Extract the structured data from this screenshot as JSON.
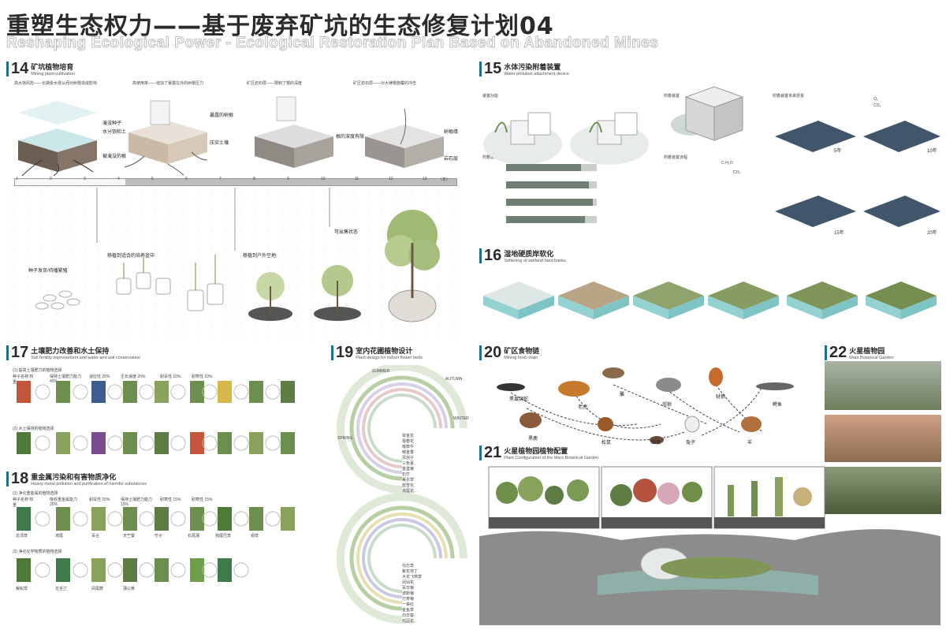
{
  "title": {
    "cn": "重塑生态权力——基于废弃矿坑的生态修复计划04",
    "en": "Reshaping Ecological Power - Ecological Restoration Plan Based on Abandoned Mines"
  },
  "s14": {
    "num": "14",
    "title": "矿坑植物培育",
    "sub": "Mining plant cultivation",
    "captions": [
      "高水饱风险——长期受水侵从而对树根造成影响",
      "高使用率——增加了暴露在外的树根压力",
      "矿区岩石层——限制了根的深度",
      "矿区岩石层——对大律根施覆的冲击"
    ],
    "labels": [
      "淹没种子",
      "水分饱和土",
      "被淹没的根",
      "暴露的树根",
      "压实土壤",
      "根的深度有限",
      "树根缘",
      "岩石层"
    ],
    "timeline": [
      "1",
      "2",
      "3",
      "4",
      "5",
      "6",
      "7",
      "8",
      "9",
      "10",
      "11",
      "12",
      "13"
    ],
    "timeline_unit": "（年）",
    "stages": [
      "种子发芽/待播繁殖",
      "移植到适合的培养盆中",
      "移植到户外空地",
      "可出售状态"
    ]
  },
  "s15": {
    "num": "15",
    "title": "水体污染附着装置",
    "sub": "Water pollution attachment device",
    "box_labels": [
      "装置功能",
      "附着装置",
      "附着装置未来愿景",
      "附着装置构成",
      "附着装置流程"
    ],
    "years": [
      "5年",
      "10年",
      "15年",
      "20年"
    ],
    "chem": [
      "O₂",
      "CO₂",
      "C-H₂O",
      "CO₂"
    ]
  },
  "s16": {
    "num": "16",
    "title": "湿地硬质岸软化",
    "sub": "Softening of wetland hard banks"
  },
  "s17": {
    "num": "17",
    "title": "土壤肥力改善和水土保持",
    "sub": "Soil fertility improvement and water and soil conservation",
    "group1": "(1) 提高土壤肥力的植物选择",
    "group2": "(2) 水土保持的植物选择",
    "cols": [
      "种子名称 权重",
      "保持土壤肥力能力 40%",
      "适应性 20%",
      "生长速度 20%",
      "耐旱性 10%",
      "耐寒性 10%"
    ]
  },
  "s18": {
    "num": "18",
    "title": "重金属污染和有害物质净化",
    "sub": "Heavy metal pollution and purification of harmful substances",
    "group1": "(1) 净化重金属的植物选择",
    "group2": "(2) 净化化学物质的植物选择",
    "cols": [
      "种子名称 权重",
      "吸收重金属能力 25%",
      "耐旱性 20%",
      "保持土壤肥力能力 15%",
      "耐寒性 15%",
      "耐寒性 15%"
    ],
    "names": [
      "龙须草",
      "鸢尾",
      "百合",
      "天竺葵",
      "竹子",
      "石菖蒲",
      "狗尾巴草",
      "铜草",
      "蜈蚣草",
      "龙舌兰",
      "凤尾蕨",
      "蒲公英"
    ]
  },
  "s19": {
    "num": "19",
    "title": "室内花圃植物设计",
    "sub": "Plant design for indoor flower beds",
    "seasons": [
      "SUMMER",
      "AUTUMN",
      "WINTER",
      "SPRING"
    ],
    "plants_a": [
      "翠雀花",
      "报春花",
      "矮牵牛",
      "郁金香",
      "风信子",
      "三色堇",
      "金盏菊",
      "石竹",
      "薰衣草",
      "蓝雪花",
      "鸢尾花",
      "月季"
    ],
    "plants_b": [
      "勿忘草",
      "紫花地丁",
      "大花飞燕草",
      "凤仙花",
      "百日菊",
      "波斯菊",
      "万寿菊",
      "一串红",
      "金鱼草",
      "向日葵",
      "鸡冠花",
      "千日红"
    ]
  },
  "s20": {
    "num": "20",
    "title": "矿区食物链",
    "sub": "Mining food chain",
    "animals": [
      "黑眉锦蛇",
      "老虎",
      "雕",
      "豺狼",
      "郊狼",
      "鳄鱼",
      "黑鹿",
      "松鼠",
      "田鼠",
      "兔子",
      "羊"
    ]
  },
  "s21": {
    "num": "21",
    "title": "火星植物园植物配置",
    "sub": "Plant Configuration of the Mars Botanical Garden"
  },
  "s22": {
    "num": "22",
    "title": "火星植物园",
    "sub": "Mars Botanical Garden"
  },
  "colors": {
    "accent": "#1f6f8b",
    "plant_green": "#6c8f4e",
    "bar_grey": "#6f7f74"
  }
}
